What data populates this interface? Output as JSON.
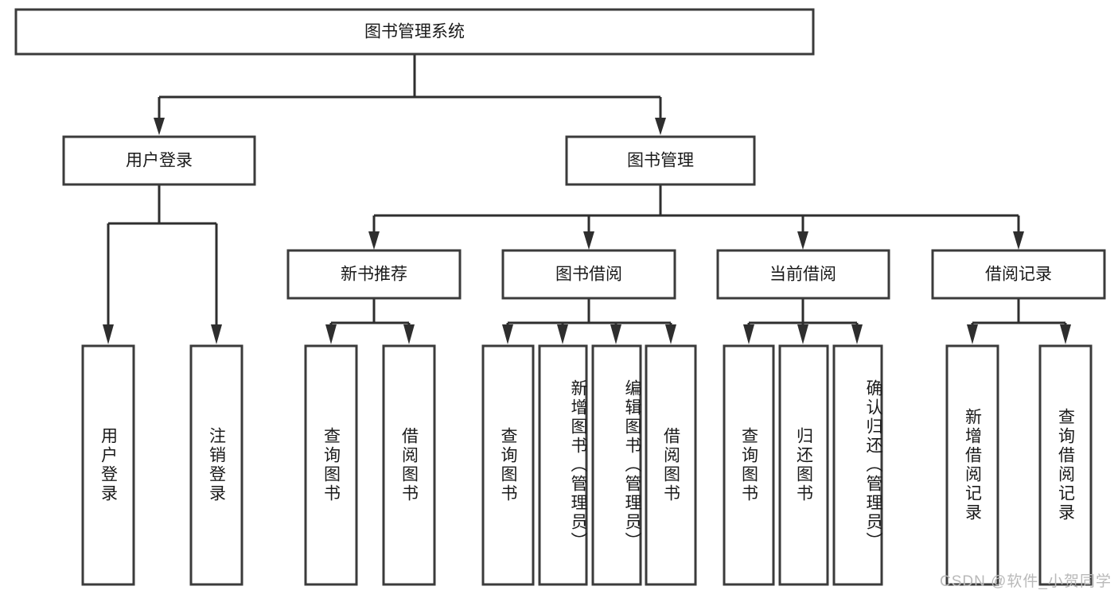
{
  "diagram": {
    "type": "tree",
    "title": "图书管理系统",
    "watermark": "CSDN @软件_小贺同学",
    "colors": {
      "box_stroke": "#3b3b3b",
      "connector": "#2e2e2e",
      "background": "#ffffff",
      "text": "#1a1a1a",
      "watermark": "#b9b9b9"
    },
    "levels": {
      "root": {
        "label": "图书管理系统"
      },
      "level2": [
        {
          "label": "用户登录"
        },
        {
          "label": "图书管理"
        }
      ],
      "level3": [
        {
          "label": "新书推荐"
        },
        {
          "label": "图书借阅"
        },
        {
          "label": "当前借阅"
        },
        {
          "label": "借阅记录"
        }
      ],
      "leaves": {
        "user_login": [
          {
            "label": "用户登录"
          },
          {
            "label": "注销登录"
          }
        ],
        "new_book_recommend": [
          {
            "label": "查询图书"
          },
          {
            "label": "借阅图书"
          }
        ],
        "book_borrow": [
          {
            "label": "查询图书"
          },
          {
            "label": "新增图书（管理员）"
          },
          {
            "label": "编辑图书（管理员）"
          },
          {
            "label": "借阅图书"
          }
        ],
        "current_borrow": [
          {
            "label": "查询图书"
          },
          {
            "label": "归还图书"
          },
          {
            "label": "确认归还（管理员）"
          }
        ],
        "borrow_record": [
          {
            "label": "新增借阅记录"
          },
          {
            "label": "查询借阅记录"
          }
        ]
      }
    }
  }
}
